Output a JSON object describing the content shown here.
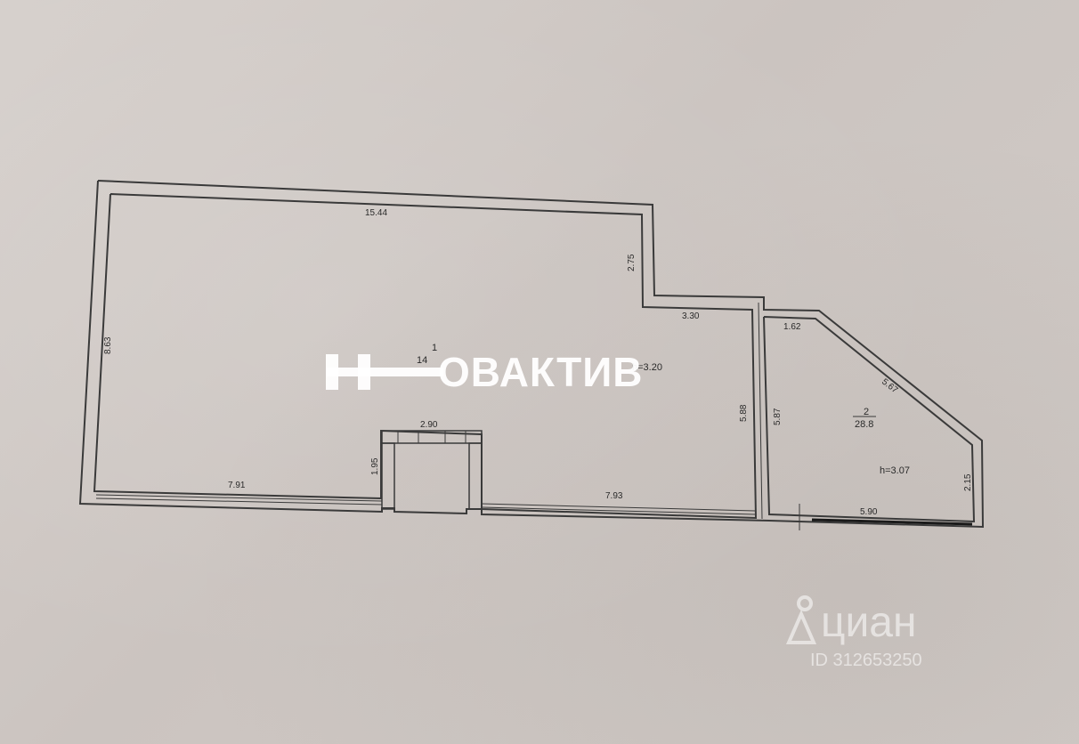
{
  "plan": {
    "dimensions": {
      "top_wall": "15.44",
      "left_wall": "8.63",
      "notch_vertical": "2.75",
      "notch_horizontal": "3.30",
      "room1_right": "5.88",
      "room2_left": "5.87",
      "bottom_left": "7.91",
      "bottom_right": "7.93",
      "bay_top": "2.90",
      "bay_side": "1.95",
      "room2_top": "1.62",
      "room2_diagonal": "5.67",
      "room2_right": "2.15",
      "room2_bottom": "5.90"
    },
    "room1": {
      "number": "1",
      "area": "14",
      "height": "h=3.20"
    },
    "room2": {
      "number": "2",
      "area": "28.8",
      "height": "h=3.07"
    }
  },
  "watermarks": {
    "brand": "ОВАКТИВ",
    "cian_word": "циан",
    "cian_id": "ID 312653250"
  },
  "colors": {
    "paper": "#cfc8c4",
    "line": "#3a3a3a",
    "logo": "#ffffff"
  }
}
